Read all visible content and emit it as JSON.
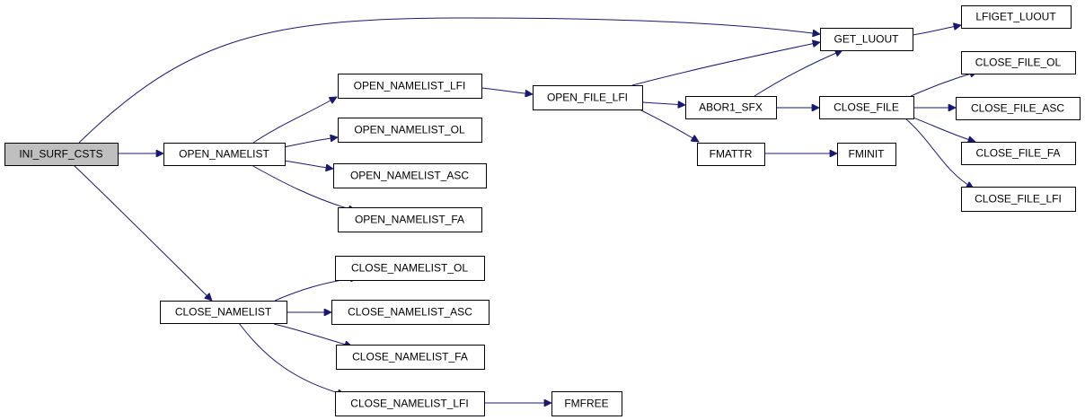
{
  "graph": {
    "nodes": [
      {
        "id": "ini_surf_csts",
        "label": "INI_SURF_CSTS",
        "root": true
      },
      {
        "id": "open_namelist",
        "label": "OPEN_NAMELIST"
      },
      {
        "id": "close_namelist",
        "label": "CLOSE_NAMELIST"
      },
      {
        "id": "open_namelist_lfi",
        "label": "OPEN_NAMELIST_LFI"
      },
      {
        "id": "open_namelist_ol",
        "label": "OPEN_NAMELIST_OL"
      },
      {
        "id": "open_namelist_asc",
        "label": "OPEN_NAMELIST_ASC"
      },
      {
        "id": "open_namelist_fa",
        "label": "OPEN_NAMELIST_FA"
      },
      {
        "id": "close_namelist_ol",
        "label": "CLOSE_NAMELIST_OL"
      },
      {
        "id": "close_namelist_asc",
        "label": "CLOSE_NAMELIST_ASC"
      },
      {
        "id": "close_namelist_fa",
        "label": "CLOSE_NAMELIST_FA"
      },
      {
        "id": "close_namelist_lfi",
        "label": "CLOSE_NAMELIST_LFI"
      },
      {
        "id": "fmfree",
        "label": "FMFREE"
      },
      {
        "id": "open_file_lfi",
        "label": "OPEN_FILE_LFI"
      },
      {
        "id": "abor1_sfx",
        "label": "ABOR1_SFX"
      },
      {
        "id": "fmattr",
        "label": "FMATTR"
      },
      {
        "id": "fminit",
        "label": "FMINIT"
      },
      {
        "id": "get_luout",
        "label": "GET_LUOUT"
      },
      {
        "id": "lfiget_luout",
        "label": "LFIGET_LUOUT"
      },
      {
        "id": "close_file",
        "label": "CLOSE_FILE"
      },
      {
        "id": "close_file_ol",
        "label": "CLOSE_FILE_OL"
      },
      {
        "id": "close_file_asc",
        "label": "CLOSE_FILE_ASC"
      },
      {
        "id": "close_file_fa",
        "label": "CLOSE_FILE_FA"
      },
      {
        "id": "close_file_lfi",
        "label": "CLOSE_FILE_LFI"
      }
    ],
    "edges": [
      {
        "from": "ini_surf_csts",
        "to": "open_namelist"
      },
      {
        "from": "ini_surf_csts",
        "to": "close_namelist"
      },
      {
        "from": "ini_surf_csts",
        "to": "get_luout"
      },
      {
        "from": "open_namelist",
        "to": "open_namelist_lfi"
      },
      {
        "from": "open_namelist",
        "to": "open_namelist_ol"
      },
      {
        "from": "open_namelist",
        "to": "open_namelist_asc"
      },
      {
        "from": "open_namelist",
        "to": "open_namelist_fa"
      },
      {
        "from": "open_namelist_lfi",
        "to": "open_file_lfi"
      },
      {
        "from": "open_file_lfi",
        "to": "get_luout"
      },
      {
        "from": "open_file_lfi",
        "to": "abor1_sfx"
      },
      {
        "from": "open_file_lfi",
        "to": "fmattr"
      },
      {
        "from": "abor1_sfx",
        "to": "get_luout"
      },
      {
        "from": "abor1_sfx",
        "to": "close_file"
      },
      {
        "from": "fmattr",
        "to": "fminit"
      },
      {
        "from": "get_luout",
        "to": "lfiget_luout"
      },
      {
        "from": "close_file",
        "to": "close_file_ol"
      },
      {
        "from": "close_file",
        "to": "close_file_asc"
      },
      {
        "from": "close_file",
        "to": "close_file_fa"
      },
      {
        "from": "close_file",
        "to": "close_file_lfi"
      },
      {
        "from": "close_namelist",
        "to": "close_namelist_ol"
      },
      {
        "from": "close_namelist",
        "to": "close_namelist_asc"
      },
      {
        "from": "close_namelist",
        "to": "close_namelist_fa"
      },
      {
        "from": "close_namelist",
        "to": "close_namelist_lfi"
      },
      {
        "from": "close_namelist_lfi",
        "to": "fmfree"
      }
    ],
    "colors": {
      "edge": "#191970",
      "node_border": "#000000",
      "node_fill": "#ffffff",
      "root_fill": "#bfbfbf"
    }
  }
}
